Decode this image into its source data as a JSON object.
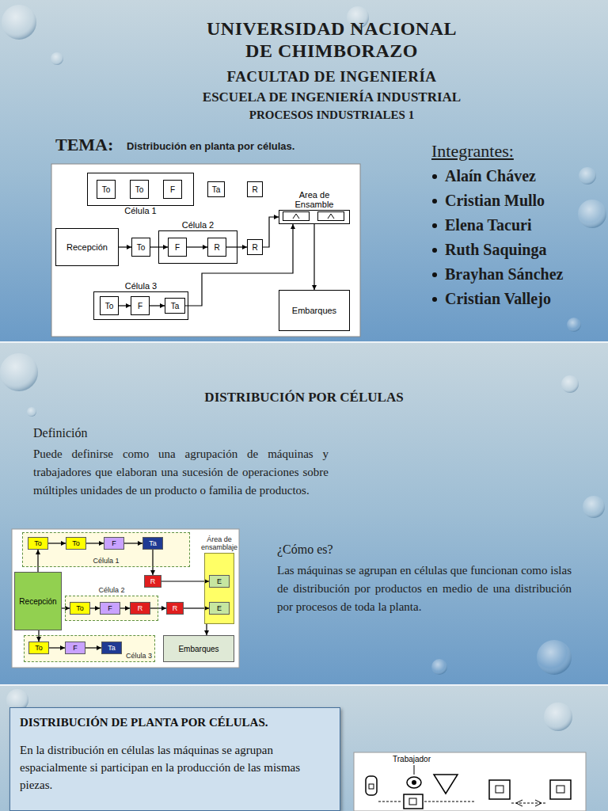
{
  "diagram": {
    "title": "UNIVERSIDAD NACIONAL DE CHIMBORAZO",
    "nodes": [
      {
        "text": [
          "Célula 1"
        ]
      },
      {
        "text": [
          "To"
        ],
        "in": 0
      },
      {
        "text": [
          "To"
        ],
        "in": 0
      },
      {
        "text": [
          "F"
        ],
        "in": 0
      },
      {
        "text": [
          "Ta"
        ]
      },
      {
        "text": [
          "R"
        ]
      },
      {
        "text": [
          "Recepción"
        ]
      },
      {
        "text": [
          "To"
        ]
      },
      {
        "text": [
          "Célula 2"
        ]
      },
      {
        "text": [
          "F"
        ],
        "in": 8
      },
      {
        "text": [
          "R"
        ],
        "in": 8
      },
      {
        "text": [
          "R"
        ]
      },
      {
        "text": [
          "Area de Ensamble"
        ]
      },
      {
        "text": [
          "Célula 3"
        ]
      },
      {
        "text": [
          "To"
        ],
        "in": 13
      },
      {
        "text": [
          "F"
        ],
        "in": 13
      },
      {
        "text": [
          "Ta"
        ],
        "in": 13
      },
      {
        "text": [
          "Embarques"
        ]
      },
      {
        "text": [
          "Célula 1"
        ]
      },
      {
        "text": [
          "To"
        ],
        "in": 18
      },
      {
        "text": [
          "To"
        ],
        "in": 18
      },
      {
        "text": [
          "F"
        ],
        "in": 18
      },
      {
        "text": [
          "Ta"
        ],
        "in": 18
      },
      {
        "text": [
          "R"
        ]
      },
      {
        "text": [
          "Recepción"
        ]
      },
      {
        "text": [
          "Célula 2"
        ]
      },
      {
        "text": [
          "To"
        ],
        "in": 25
      },
      {
        "text": [
          "F"
        ],
        "in": 25
      },
      {
        "text": [
          "R"
        ],
        "in": 25
      },
      {
        "text": [
          "R"
        ]
      },
      {
        "text": [
          "Área de ensamblaje"
        ]
      },
      {
        "text": [
          "E"
        ],
        "in": 30
      },
      {
        "text": [
          "E"
        ],
        "in": 30
      },
      {
        "text": [
          "Célula 3"
        ]
      },
      {
        "text": [
          "To"
        ],
        "in": 33
      },
      {
        "text": [
          "F"
        ],
        "in": 33
      },
      {
        "text": [
          "Ta"
        ],
        "in": 33
      },
      {
        "text": [
          "Embarques"
        ]
      },
      {
        "text": [
          "DISTRIBUCIÓN DE PLANTA POR CÉLULAS.",
          "En la distribución en células las máquinas se agrupan espacialmente si participan en la producción de las mismas piezas."
        ]
      }
    ],
    "edges": [
      {
        "from": 6,
        "to": 7,
        "arrow": "to"
      },
      {
        "from": 7,
        "to": 9,
        "arrow": "to"
      },
      {
        "from": 9,
        "to": 10,
        "arrow": "to"
      },
      {
        "from": 10,
        "to": 11,
        "arrow": "to"
      },
      {
        "from": 11,
        "to": 12,
        "arrow": "to"
      },
      {
        "from": 14,
        "to": 15,
        "arrow": "to"
      },
      {
        "from": 15,
        "to": 16,
        "arrow": "to"
      },
      {
        "from": 16,
        "to": 12,
        "arrow": "to"
      },
      {
        "from": 12,
        "to": 17,
        "arrow": "to"
      },
      {
        "from": 19,
        "to": 20,
        "arrow": "to"
      },
      {
        "from": 20,
        "to": 21,
        "arrow": "to"
      },
      {
        "from": 21,
        "to": 22,
        "arrow": "to"
      },
      {
        "from": 22,
        "to": 23,
        "arrow": "to"
      },
      {
        "from": 23,
        "to": 31,
        "arrow": "to"
      },
      {
        "from": 24,
        "to": 19,
        "arrow": "to"
      },
      {
        "from": 24,
        "to": 26,
        "arrow": "to"
      },
      {
        "from": 26,
        "to": 27,
        "arrow": "to"
      },
      {
        "from": 27,
        "to": 28,
        "arrow": "to"
      },
      {
        "from": 28,
        "to": 29,
        "arrow": "to"
      },
      {
        "from": 29,
        "to": 32,
        "arrow": "to"
      },
      {
        "from": 24,
        "to": 34,
        "arrow": "to"
      },
      {
        "from": 34,
        "to": 35,
        "arrow": "to"
      },
      {
        "from": 35,
        "to": 36,
        "arrow": "to"
      },
      {
        "from": 30,
        "to": 37,
        "arrow": "to"
      }
    ],
    "labels": [
      "FACULTAD DE INGENIERÍA",
      "ESCUELA DE INGENIERÍA INDUSTRIAL",
      "PROCESOS INDUSTRIALES 1",
      "TEMA:",
      "Distribución en planta por células.",
      "Integrantes:",
      "Alaín Chávez",
      "Cristian Mullo",
      "Elena Tacuri",
      "Ruth Saquinga",
      "Brayhan Sánchez",
      "Cristian Vallejo",
      "DISTRIBUCIÓN POR CÉLULAS",
      "Definición",
      "Puede definirse como una agrupación de máquinas y trabajadores que elaboran una sucesión de operaciones sobre múltiples unidades de un producto o familia de productos.",
      "¿Cómo es?",
      "Las máquinas se agrupan en células que funcionan como islas de distribución por productos en medio de una distribución por procesos de toda la planta.",
      "Trabajador"
    ]
  }
}
